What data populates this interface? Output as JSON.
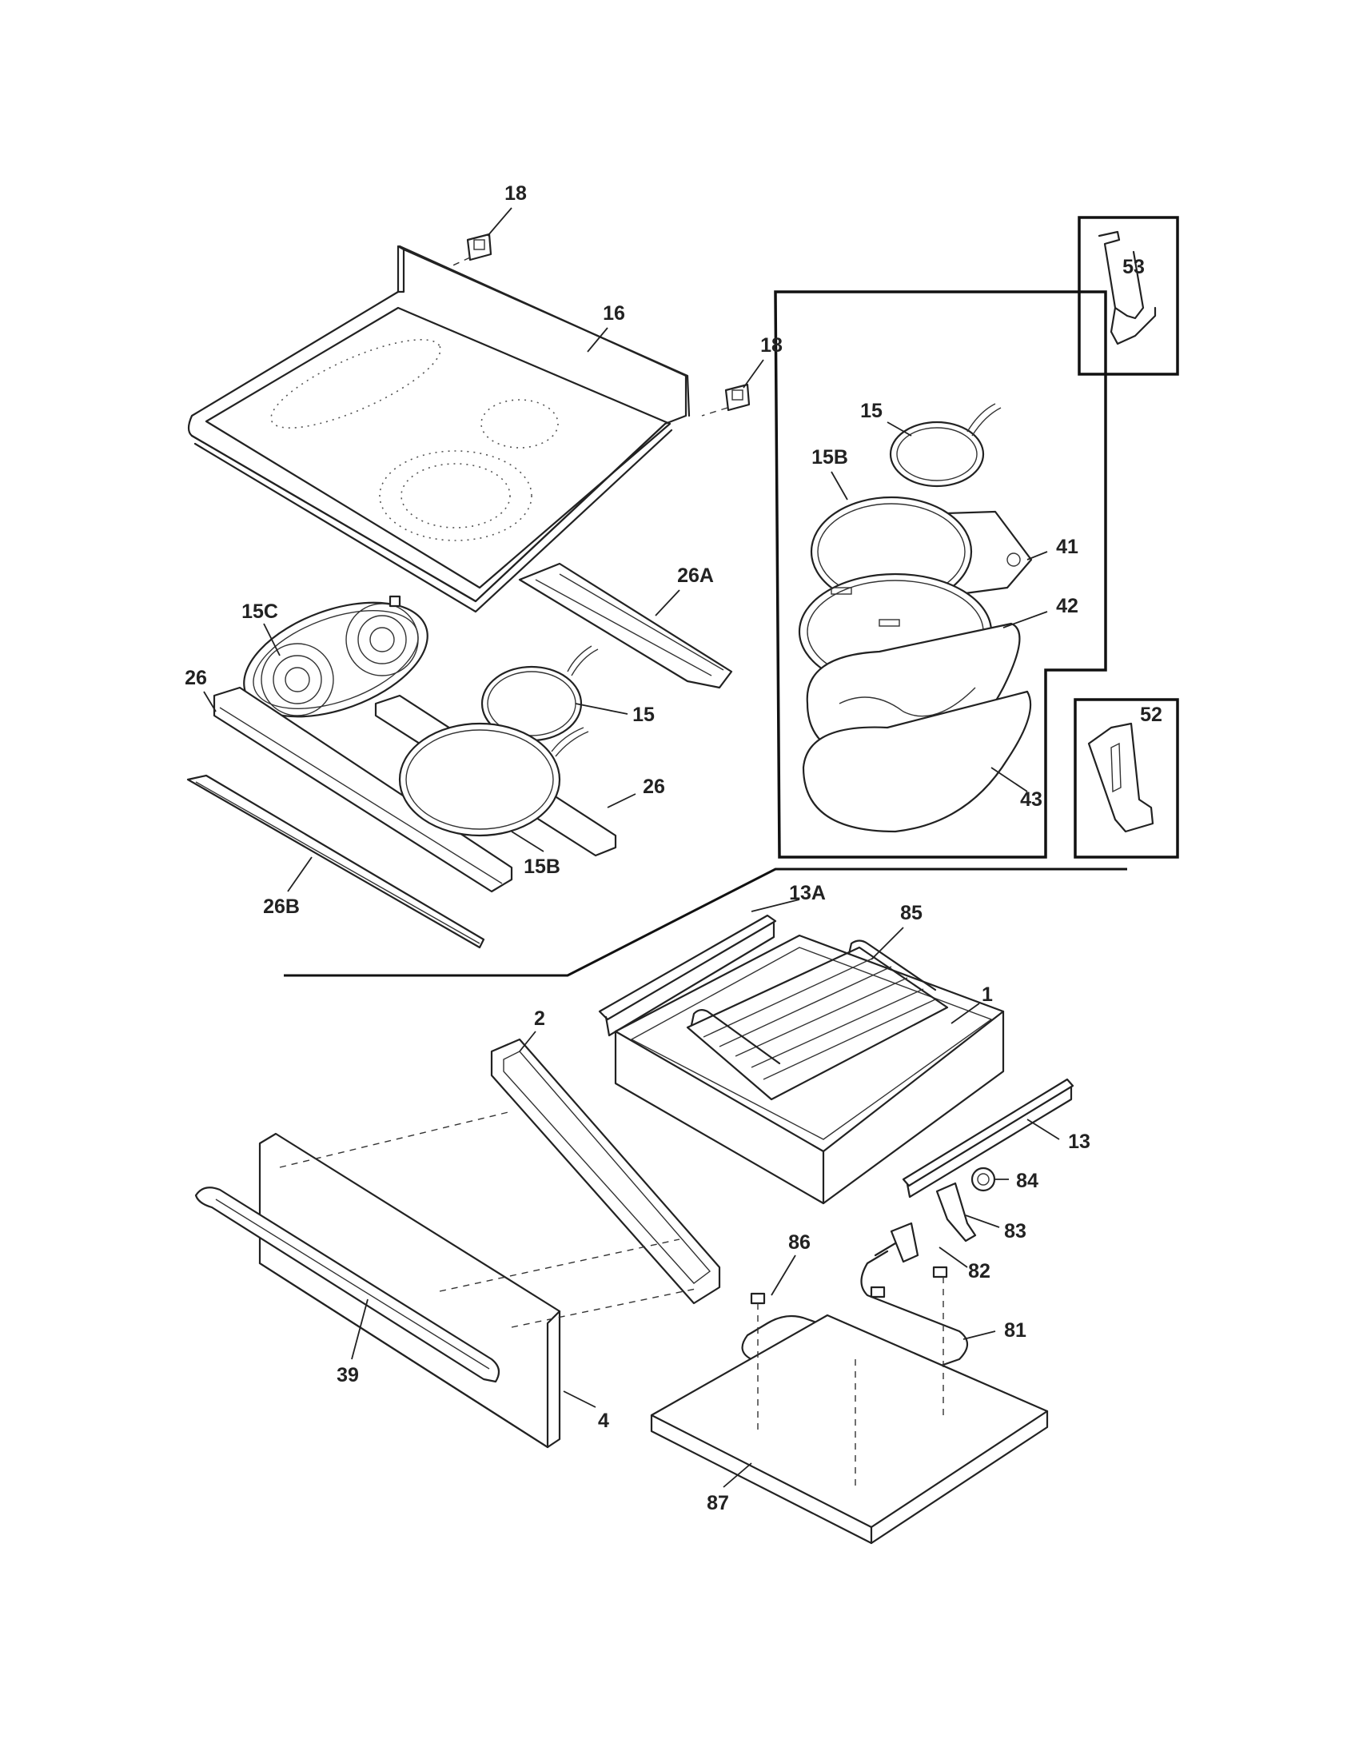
{
  "callouts": {
    "c18a": "18",
    "c16": "16",
    "c18b": "18",
    "c53": "53",
    "c15_inset": "15",
    "c15b_inset": "15B",
    "c41": "41",
    "c42": "42",
    "c52": "52",
    "c43": "43",
    "c26a": "26A",
    "c15c": "15C",
    "c26_left": "26",
    "c15": "15",
    "c26_right": "26",
    "c15b": "15B",
    "c26b": "26B",
    "c13a": "13A",
    "c85": "85",
    "c1": "1",
    "c2": "2",
    "c13": "13",
    "c84": "84",
    "c83": "83",
    "c82": "82",
    "c86": "86",
    "c81": "81",
    "c39": "39",
    "c4": "4",
    "c87": "87"
  }
}
